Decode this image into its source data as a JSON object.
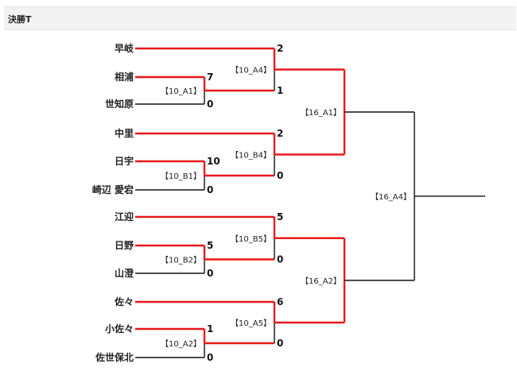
{
  "header": {
    "title": "決勝T"
  },
  "colors": {
    "win": "#e8191b",
    "line": "#111111",
    "header_bg": "#f3f3f3"
  },
  "teams": [
    "早岐",
    "相浦",
    "世知原",
    "中里",
    "日宇",
    "崎辺 愛宕",
    "江迎",
    "日野",
    "山澄",
    "佐々",
    "小佐々",
    "佐世保北"
  ],
  "rounds": {
    "r1": [
      {
        "label": "【10_A1】",
        "scores": [
          "7",
          "0"
        ]
      },
      {
        "label": "【10_B1】",
        "scores": [
          "10",
          "0"
        ]
      },
      {
        "label": "【10_B2】",
        "scores": [
          "5",
          "0"
        ]
      },
      {
        "label": "【10_A2】",
        "scores": [
          "1",
          "0"
        ]
      }
    ],
    "r2": [
      {
        "label": "【10_A4】",
        "scores": [
          "2",
          "1"
        ]
      },
      {
        "label": "【10_B4】",
        "scores": [
          "2",
          "0"
        ]
      },
      {
        "label": "【10_B5】",
        "scores": [
          "5",
          "0"
        ]
      },
      {
        "label": "【10_A5】",
        "scores": [
          "6",
          "0"
        ]
      }
    ],
    "r3": [
      {
        "label": "【16_A1】"
      },
      {
        "label": "【16_A2】"
      }
    ],
    "final": {
      "label": "【16_A4】"
    }
  }
}
